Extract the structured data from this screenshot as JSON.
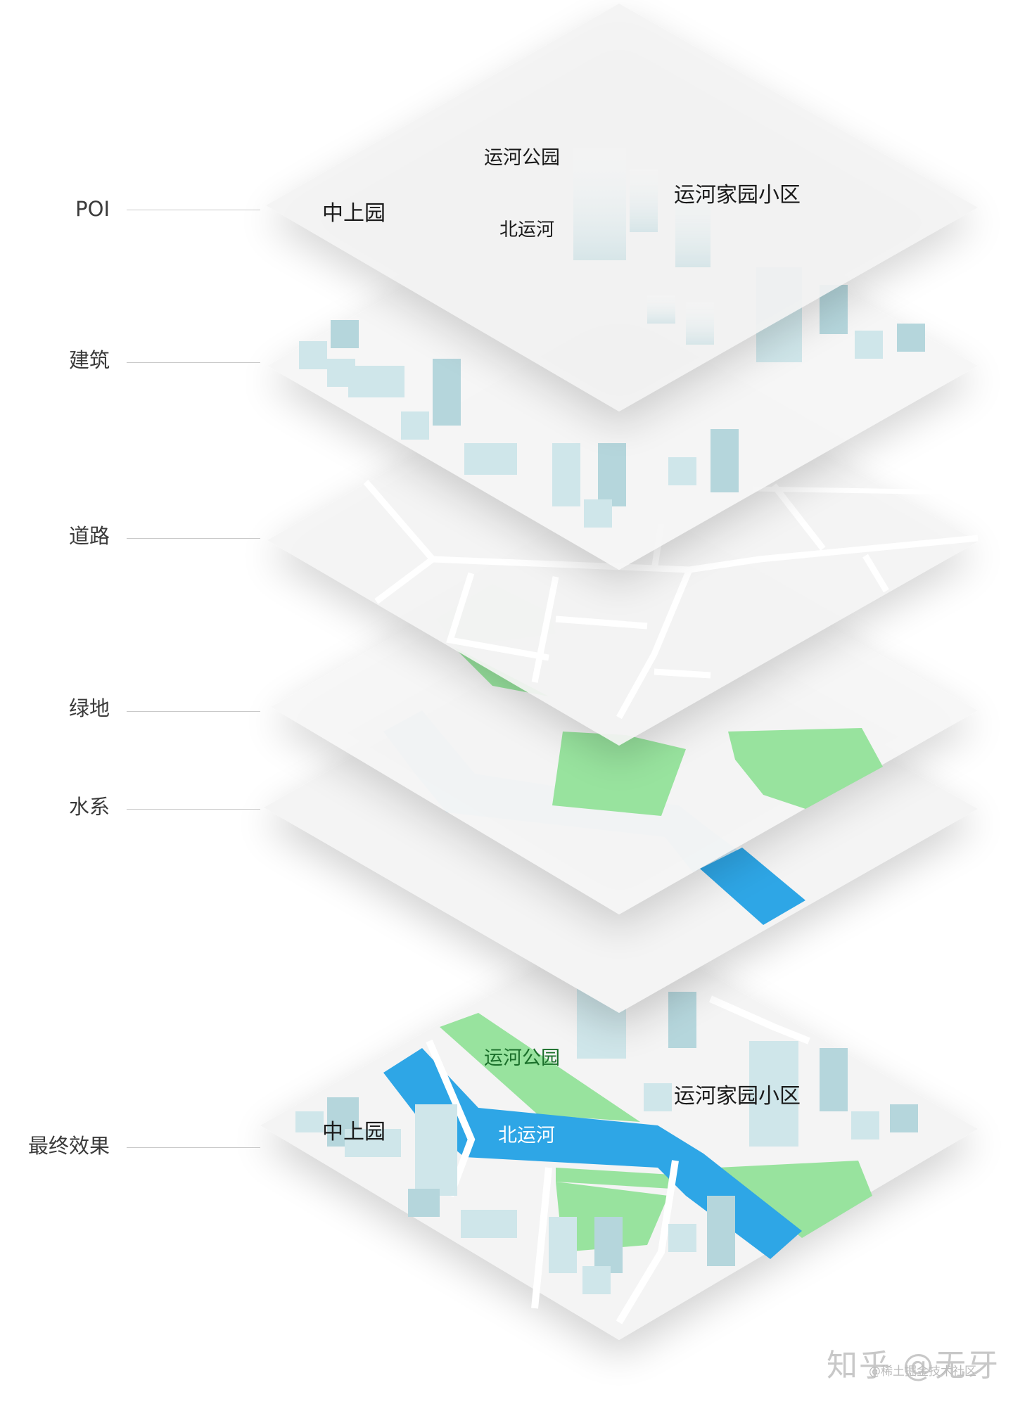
{
  "layers": {
    "poi": "POI",
    "building": "建筑",
    "road": "道路",
    "green": "绿地",
    "water": "水系",
    "final": "最终效果"
  },
  "poi_labels": {
    "park": "运河公园",
    "residence": "运河家园小区",
    "zhongshangyuan": "中上园",
    "beiyunhe": "北运河"
  },
  "watermark": {
    "main": "知乎 @无牙",
    "sub": "@稀土掘金技术社区"
  },
  "colors": {
    "plane": "#f4f4f4",
    "road": "#ffffff",
    "green": "#98e39e",
    "green_light": "#dff2df",
    "water": "#2ea6e6",
    "water_light": "#d4e8f4",
    "building_top": "#eef7f9",
    "building_left": "#cfe6ea",
    "building_right": "#b5d6dc",
    "label_text": "#3a3a3a"
  }
}
